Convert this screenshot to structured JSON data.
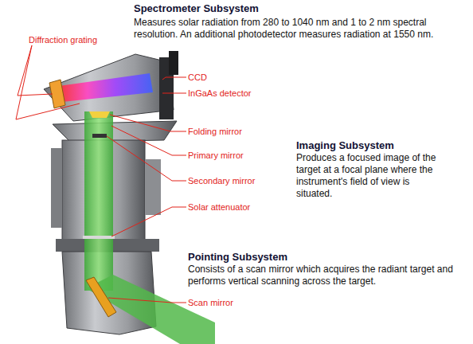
{
  "diagram": {
    "labels": [
      "Spectrometer Subsystem",
      "Measures solar radiation from 280 to 1040 nm and 1 to 2 nm spectral resolution. An additional photodetector measures radiation at 1550 nm.",
      "Diffraction grating",
      "CCD",
      "InGaAs detector",
      "Folding mirror",
      "Imaging Subsystem",
      "Produces a focused image of the target at a focal plane where the instrument's field of view is situated.",
      "Primary mirror",
      "Secondary mirror",
      "Solar attenuator",
      "Pointing Subsystem",
      "Consists of a scan mirror which acquires the radiant target and performs vertical scanning across the target.",
      "Scan mirror"
    ]
  }
}
